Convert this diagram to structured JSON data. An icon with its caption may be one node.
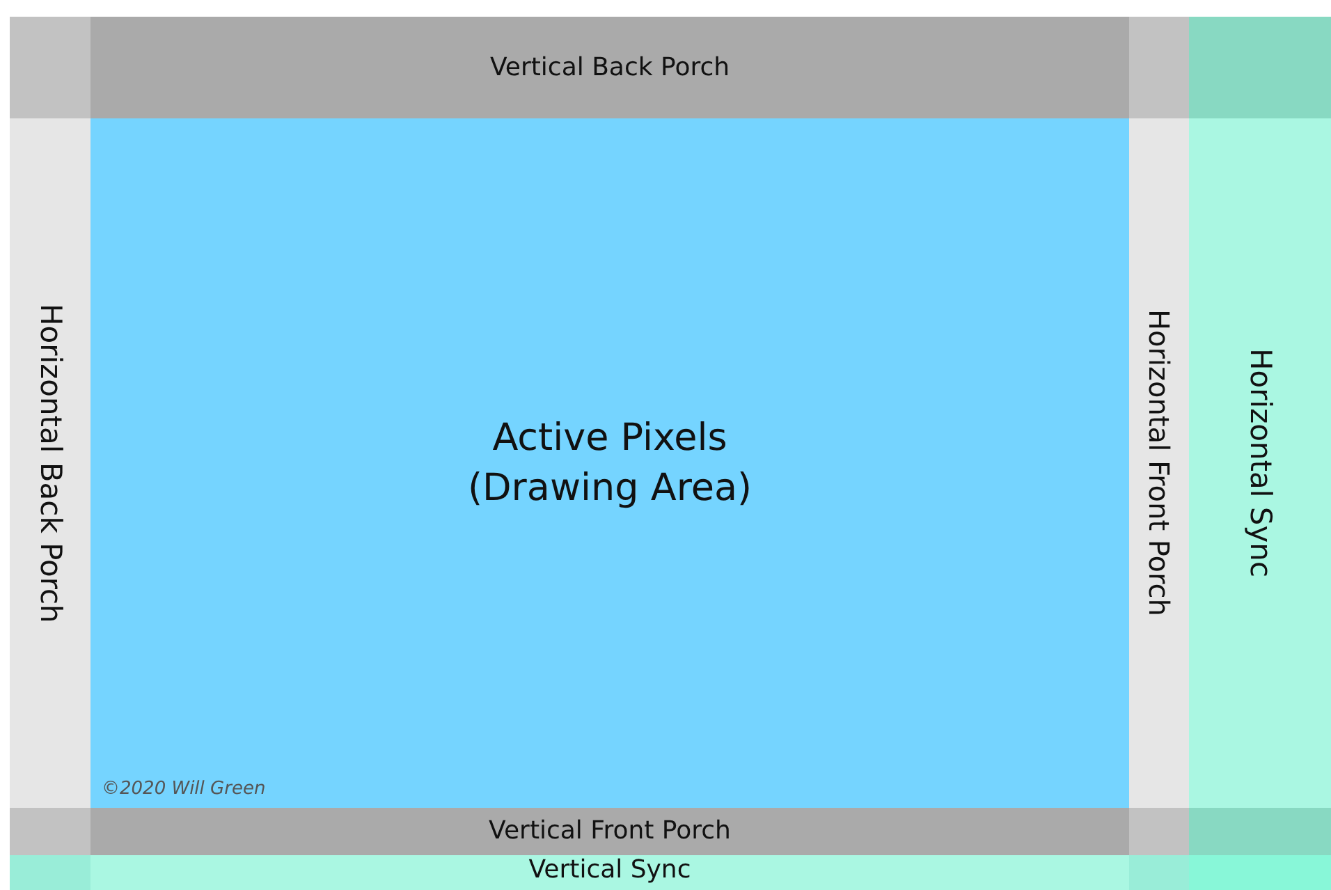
{
  "diagram": {
    "nodes": [
      {
        "text": [
          "Vertical Back Porch"
        ]
      },
      {
        "text": [
          "Horizontal Back Porch"
        ]
      },
      {
        "text": [
          "Active Pixels (Drawing Area)"
        ]
      },
      {
        "text": [
          "Horizontal Front Porch"
        ]
      },
      {
        "text": [
          "Horizontal Sync"
        ]
      },
      {
        "text": [
          "Vertical Front Porch"
        ]
      },
      {
        "text": [
          "Vertical Sync"
        ]
      }
    ],
    "labels": [
      "©2020 Will Green"
    ]
  }
}
